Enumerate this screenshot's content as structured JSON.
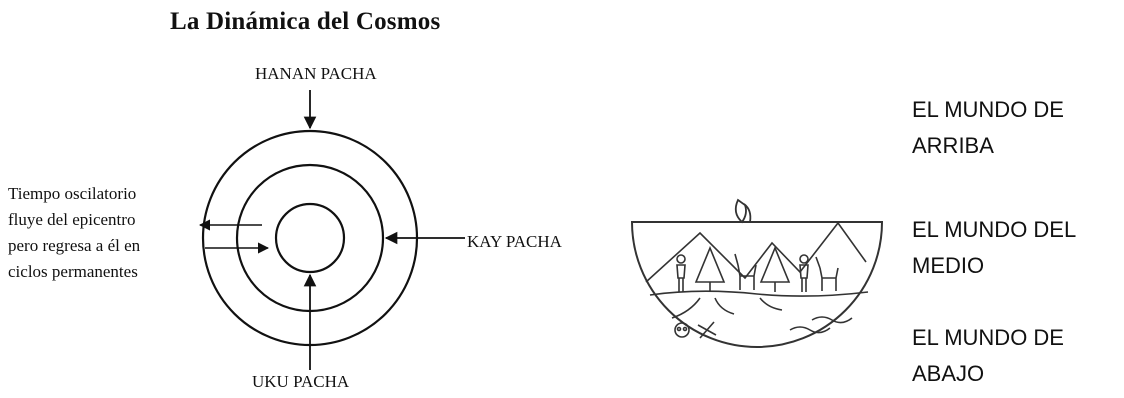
{
  "diagram": {
    "title": "La Dinámica del Cosmos",
    "top_label": "HANAN PACHA",
    "right_label": "KAY PACHA",
    "bottom_label": "UKU PACHA",
    "side_note_lines": [
      "Tiempo oscilatorio",
      "fluye del epicentro",
      "pero regresa a él en",
      "ciclos permanentes"
    ]
  },
  "worlds": {
    "upper": [
      "EL MUNDO DE",
      "ARRIBA"
    ],
    "middle": [
      "EL MUNDO DEL",
      "MEDIO"
    ],
    "lower": [
      "EL MUNDO DE",
      "ABAJO"
    ]
  },
  "colors": {
    "ink": "#111111",
    "line_art": "#333333"
  }
}
